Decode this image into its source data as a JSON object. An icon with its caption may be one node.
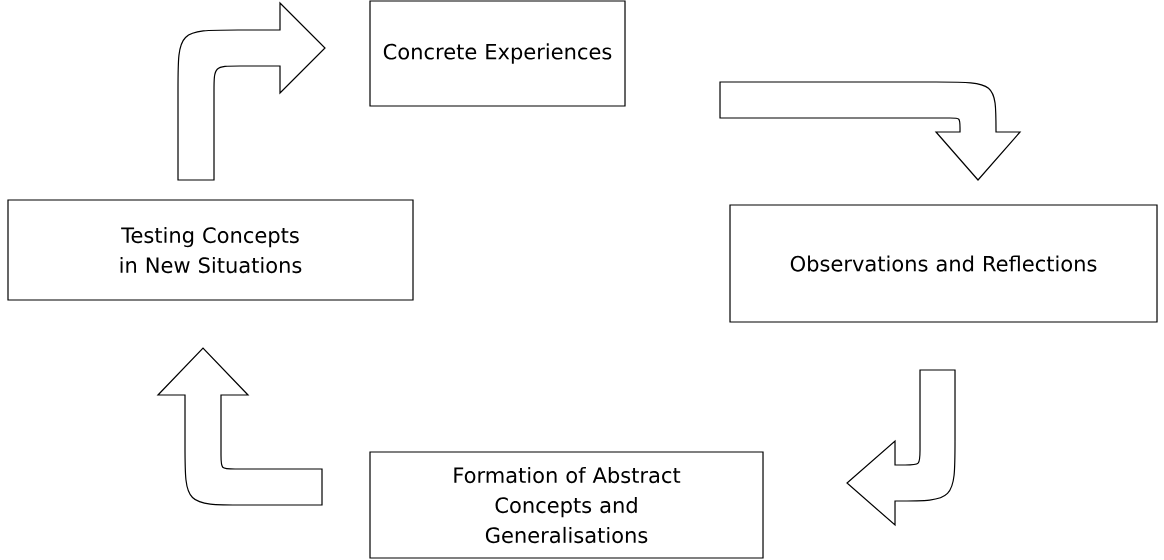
{
  "diagram": {
    "nodes": [
      {
        "text": [
          "Concrete Experiences"
        ]
      },
      {
        "text": [
          "Observations and Reflections"
        ]
      },
      {
        "text": [
          "Formation of Abstract Concepts and Generalisations"
        ]
      },
      {
        "text": [
          "Testing Concepts in New Situations"
        ]
      }
    ],
    "edges": [
      {
        "from": 0,
        "to": 1,
        "arrow": "to"
      },
      {
        "from": 1,
        "to": 2,
        "arrow": "to"
      },
      {
        "from": 2,
        "to": 3,
        "arrow": "to"
      },
      {
        "from": 3,
        "to": 0,
        "arrow": "to"
      }
    ]
  }
}
